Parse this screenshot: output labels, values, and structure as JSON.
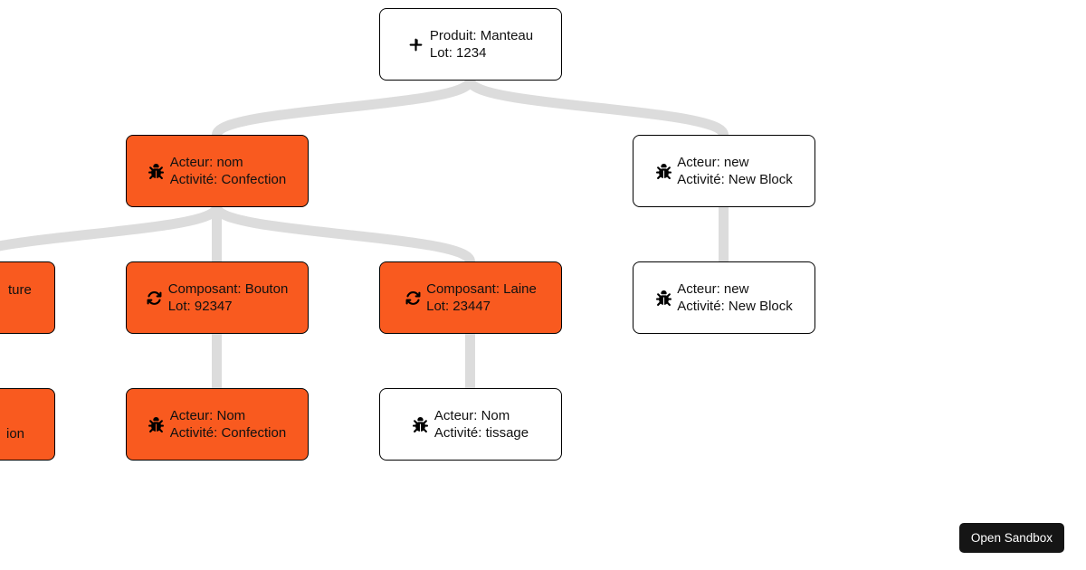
{
  "tree": {
    "nodes": [
      {
        "id": "produit-root",
        "icon": "plus-icon",
        "variant": "white",
        "line1": "Produit: Manteau",
        "line2": "Lot: 1234"
      },
      {
        "id": "acteur-confection",
        "icon": "bug-icon",
        "variant": "orange",
        "line1": "Acteur: nom",
        "line2": "Activité: Confection"
      },
      {
        "id": "acteur-new-block-1",
        "icon": "bug-icon",
        "variant": "white",
        "line1": "Acteur: new",
        "line2": "Activité: New Block"
      },
      {
        "id": "clipped-node-row3",
        "icon": "",
        "variant": "orange",
        "line1_fragment": "ture"
      },
      {
        "id": "composant-bouton",
        "icon": "sync-icon",
        "variant": "orange",
        "line1": "Composant: Bouton",
        "line2": "Lot: 92347"
      },
      {
        "id": "composant-laine",
        "icon": "sync-icon",
        "variant": "orange",
        "line1": "Composant: Laine",
        "line2": "Lot: 23447"
      },
      {
        "id": "acteur-new-block-2",
        "icon": "bug-icon",
        "variant": "white",
        "line1": "Acteur: new",
        "line2": "Activité: New Block"
      },
      {
        "id": "clipped-node-row4",
        "icon": "",
        "variant": "orange",
        "line2_fragment": "ion"
      },
      {
        "id": "acteur-nom-confection",
        "icon": "bug-icon",
        "variant": "orange",
        "line1": "Acteur: Nom",
        "line2": "Activité: Confection"
      },
      {
        "id": "acteur-nom-tissage",
        "icon": "bug-icon",
        "variant": "white",
        "line1": "Acteur: Nom",
        "line2": "Activité: tissage"
      }
    ]
  },
  "footer": {
    "open_sandbox_label": "Open Sandbox"
  },
  "colors": {
    "node_accent_orange": "#f95a1f",
    "node_background_white": "#ffffff",
    "node_border": "#000000",
    "link_gray": "#dcdcdc",
    "text": "#111111",
    "button_background": "#151515",
    "button_text": "#ffffff"
  }
}
